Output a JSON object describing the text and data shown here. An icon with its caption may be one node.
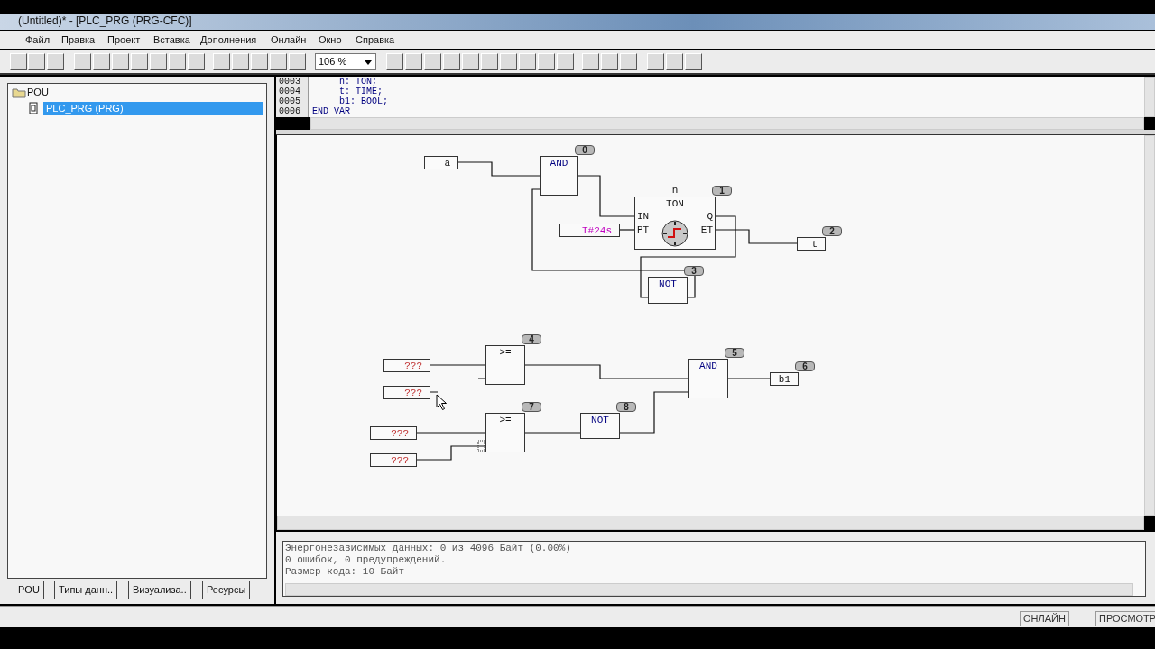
{
  "diagram": {
    "nodes": [
      {
        "text": [
          "a"
        ]
      },
      {
        "text": [
          "AND"
        ],
        "beside": [
          "0"
        ]
      },
      {
        "text": [
          "n",
          "TON",
          "IN",
          "Q",
          "PT",
          "ET"
        ],
        "beside": [
          "1"
        ]
      },
      {
        "text": [
          "T#24s"
        ]
      },
      {
        "text": [
          "t"
        ],
        "beside": [
          "2"
        ]
      },
      {
        "text": [
          "NOT"
        ],
        "beside": [
          "3"
        ]
      },
      {
        "text": [
          ">="
        ],
        "beside": [
          "4"
        ]
      },
      {
        "text": [
          "AND"
        ],
        "beside": [
          "5"
        ]
      },
      {
        "text": [
          "b1"
        ],
        "beside": [
          "6"
        ]
      },
      {
        "text": [
          ">="
        ],
        "beside": [
          "7"
        ]
      },
      {
        "text": [
          "NOT"
        ],
        "beside": [
          "8"
        ]
      },
      {
        "text": [
          "???"
        ]
      },
      {
        "text": [
          "???"
        ]
      },
      {
        "text": [
          "???"
        ]
      },
      {
        "text": [
          "???"
        ]
      }
    ],
    "edges": [
      {
        "from": 0,
        "to": 1,
        "arrow": "none"
      },
      {
        "from": 1,
        "to": 2,
        "arrow": "none"
      },
      {
        "from": 3,
        "to": 2,
        "arrow": "none"
      },
      {
        "from": 2,
        "to": 5,
        "arrow": "none"
      },
      {
        "from": 2,
        "to": 4,
        "arrow": "none"
      },
      {
        "from": 5,
        "to": 1,
        "arrow": "none"
      },
      {
        "from": 11,
        "to": 6,
        "arrow": "none"
      },
      {
        "from": 6,
        "to": 7,
        "arrow": "none"
      },
      {
        "from": 13,
        "to": 9,
        "arrow": "none"
      },
      {
        "from": 14,
        "to": 9,
        "arrow": "none"
      },
      {
        "from": 9,
        "to": 10,
        "arrow": "none"
      },
      {
        "from": 10,
        "to": 7,
        "arrow": "none"
      },
      {
        "from": 7,
        "to": 8,
        "arrow": "none"
      }
    ],
    "labels": [
      "(Untitled)* - [PLC_PRG (PRG-CFC)]",
      "Файл",
      "Правка",
      "Проект",
      "Вставка",
      "Дополнения",
      "Онлайн",
      "Окно",
      "Справка",
      "106 %",
      "POU",
      "PLC_PRG (PRG)",
      "0003",
      "n: TON;",
      "0004",
      "t: TIME;",
      "0005",
      "b1: BOOL;",
      "0006",
      "END_VAR",
      "Энергонезависимых данных: 0 из 4096 Байт (0.00%)",
      "0 ошибок, 0 предупреждений.",
      "Размер кода: 10 Байт",
      "POU",
      "Типы данн..",
      "Визуализа..",
      "Ресурсы",
      "ОНЛАЙН",
      "ПРОСМОТР"
    ]
  }
}
